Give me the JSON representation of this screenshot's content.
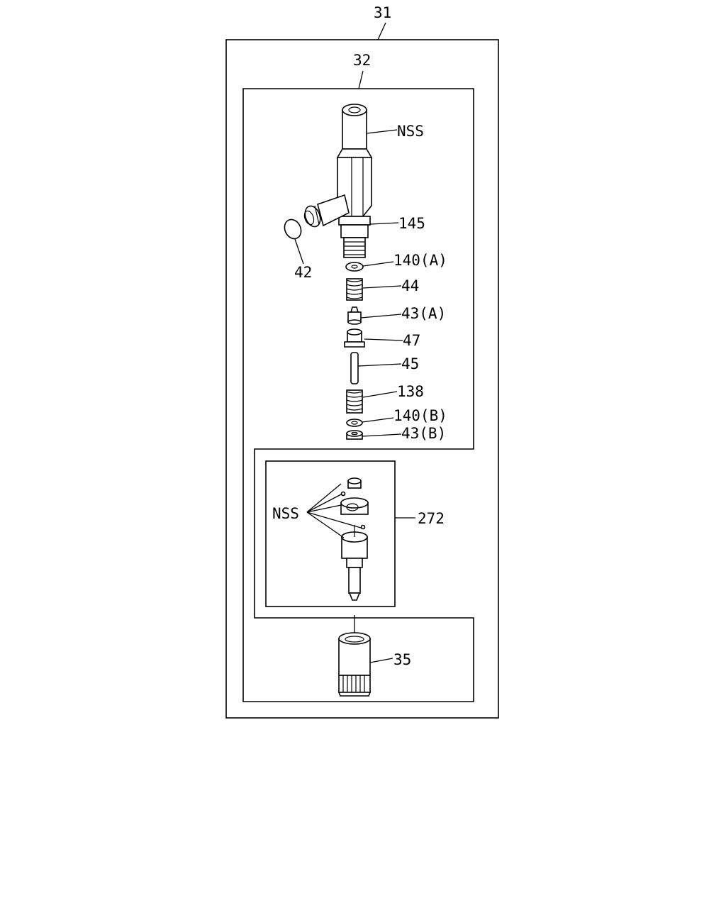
{
  "labels": {
    "assembly": "31",
    "holder": "32",
    "nss_top": "NSS",
    "p145": "145",
    "p42": "42",
    "p140a": "140(A)",
    "p44": "44",
    "p43a": "43(A)",
    "p47": "47",
    "p45": "45",
    "p138": "138",
    "p140b": "140(B)",
    "p43b": "43(B)",
    "nss_nozzle": "NSS",
    "p272": "272",
    "p35": "35"
  }
}
